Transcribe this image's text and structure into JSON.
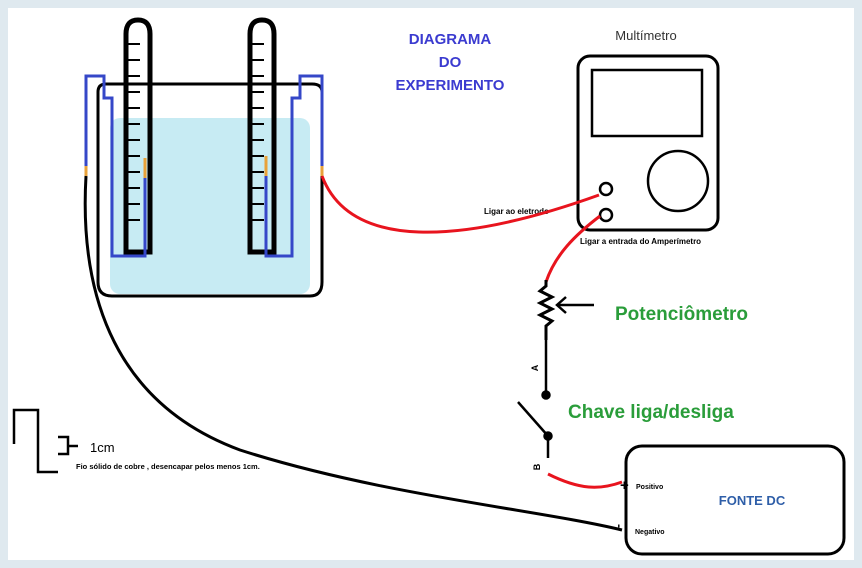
{
  "diagram": {
    "title_lines": [
      "DIAGRAMA",
      "DO",
      "EXPERIMENTO"
    ],
    "multimeter_label": "Multímetro",
    "electrode_label": "Ligar ao eletrodo",
    "ammeter_label": "Ligar a entrada do Amperímetro",
    "potentiometer_label": "Potenciômetro",
    "switch_label": "Chave liga/desliga",
    "switch_terminal_a": "A",
    "switch_terminal_b": "B",
    "dimension_label": "1cm",
    "wire_note": "Fio sólido de cobre , desencapar pelos menos 1cm.",
    "power_supply_label": "FONTE DC",
    "positive_label": "Positivo",
    "negative_label": "Negativo",
    "plus_sign": "+",
    "minus_sign": "-"
  },
  "colors": {
    "background": "#dfe9ef",
    "title": "#3b3bd0",
    "green_label": "#2a9d3a",
    "red_wire": "#e8141e",
    "blue_electrode": "#3547c8",
    "liquid": "#c7ebf3",
    "power_label": "#2e5ea8"
  }
}
